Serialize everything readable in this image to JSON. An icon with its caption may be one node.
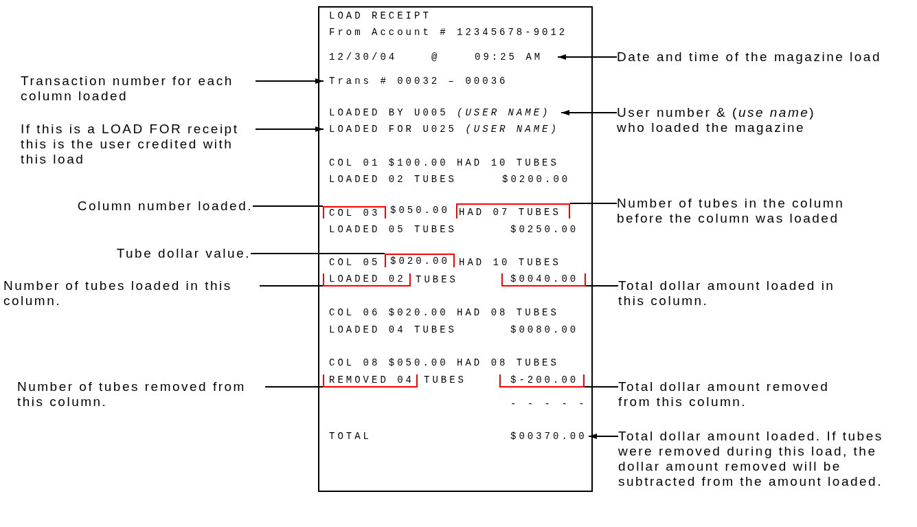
{
  "diagram": {
    "nodes": [
      {
        "text": [
          "LOAD RECEIPT",
          "From Account # 12345678-9012",
          "COL 01 $100.00 HAD 10 TUBES",
          "LOADED 02 TUBES",
          "$0200.00",
          "$050.00",
          "LOADED 05 TUBES",
          "$0250.00",
          "COL 05",
          "HAD 10 TUBES",
          "TUBES",
          "COL 06 $020.00 HAD 08 TUBES",
          "LOADED 04 TUBES",
          "$0080.00",
          "COL 08 $050.00 HAD 08 TUBES",
          "TUBES",
          "- - - - -",
          "TOTAL"
        ]
      },
      {
        "text": [
          "12/30/04",
          "@",
          "09:25 AM"
        ],
        "in": 0
      },
      {
        "text": [
          "Trans # 00032 – 00036"
        ],
        "in": 0
      },
      {
        "text": [
          "LOADED BY U005 *(USER NAME)*"
        ],
        "in": 0
      },
      {
        "text": [
          "LOADED FOR U025 *(USER NAME)*"
        ],
        "in": 0
      },
      {
        "text": [
          "COL 03"
        ],
        "in": 0
      },
      {
        "text": [
          "HAD 07 TUBES"
        ],
        "in": 0
      },
      {
        "text": [
          "$020.00"
        ],
        "in": 0
      },
      {
        "text": [
          "LOADED 02"
        ],
        "in": 0
      },
      {
        "text": [
          "$0040.00"
        ],
        "in": 0
      },
      {
        "text": [
          "REMOVED 04"
        ],
        "in": 0
      },
      {
        "text": [
          "$-200.00"
        ],
        "in": 0
      },
      {
        "text": [
          "$00370.00"
        ],
        "in": 0
      },
      {
        "text": [
          "Date and time of the magazine load"
        ]
      },
      {
        "text": [
          "Transaction number for each column loaded"
        ]
      },
      {
        "text": [
          "User number & (*use name*) who loaded the magazine"
        ]
      },
      {
        "text": [
          "If this is a LOAD FOR receipt this is the user credited with this load"
        ]
      },
      {
        "text": [
          "Number of tubes in the column before the column was loaded"
        ]
      },
      {
        "text": [
          "Column number loaded."
        ]
      },
      {
        "text": [
          "Tube dollar value."
        ]
      },
      {
        "text": [
          "Number of tubes loaded in this column."
        ]
      },
      {
        "text": [
          "Total dollar amount loaded in this column."
        ]
      },
      {
        "text": [
          "Number of tubes removed from this column."
        ]
      },
      {
        "text": [
          "Total dollar amount removed from this column."
        ]
      },
      {
        "text": [
          "Total dollar amount loaded.  If tubes were removed during this load, the dollar amount removed will be subtracted from the amount loaded."
        ]
      }
    ],
    "edges": [
      {
        "from": 13,
        "to": 1,
        "arrow": "to"
      },
      {
        "from": 14,
        "to": 2,
        "arrow": "to"
      },
      {
        "from": 15,
        "to": 3,
        "arrow": "to"
      },
      {
        "from": 16,
        "to": 4,
        "arrow": "to"
      },
      {
        "from": 17,
        "to": 6,
        "arrow": "none"
      },
      {
        "from": 18,
        "to": 5,
        "arrow": "none"
      },
      {
        "from": 19,
        "to": 7,
        "arrow": "none"
      },
      {
        "from": 20,
        "to": 8,
        "arrow": "none"
      },
      {
        "from": 21,
        "to": 9,
        "arrow": "none"
      },
      {
        "from": 22,
        "to": 10,
        "arrow": "none"
      },
      {
        "from": 23,
        "to": 11,
        "arrow": "none"
      },
      {
        "from": 24,
        "to": 12,
        "arrow": "to"
      }
    ]
  }
}
